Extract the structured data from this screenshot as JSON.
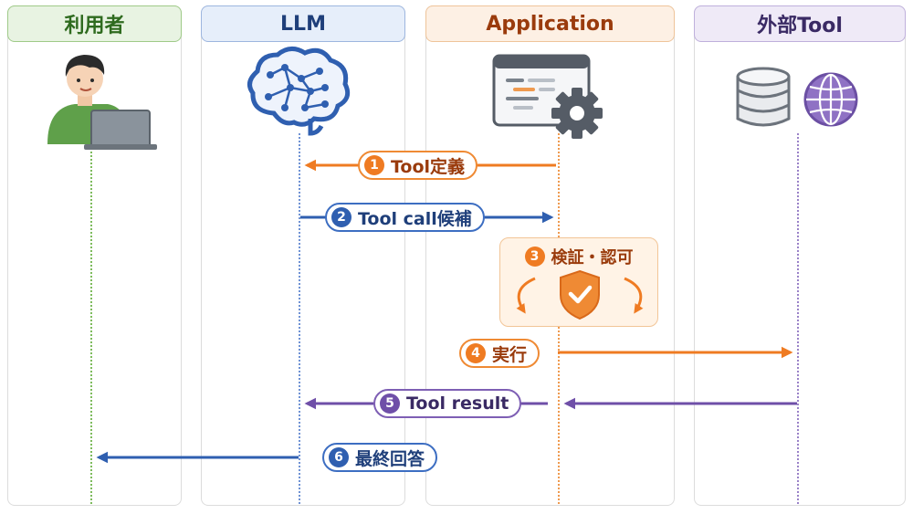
{
  "lanes": {
    "user": {
      "label": "利用者",
      "color": "#2f6b1f"
    },
    "llm": {
      "label": "LLM",
      "color": "#1f3f7a"
    },
    "app": {
      "label": "Application",
      "color": "#9a3b0c"
    },
    "external": {
      "label": "外部Tool",
      "color": "#3a2a64"
    }
  },
  "icons": {
    "user": "user-with-laptop-icon",
    "llm": "brain-network-icon",
    "app": "app-window-gear-icon",
    "external_db": "database-icon",
    "external_web": "globe-icon"
  },
  "steps": [
    {
      "num": "1",
      "label": "Tool定義",
      "from": "app",
      "to": "llm",
      "color": "#ef7b22"
    },
    {
      "num": "2",
      "label": "Tool call候補",
      "from": "llm",
      "to": "app",
      "color": "#2f5fb0"
    },
    {
      "num": "3",
      "label": "検証・認可",
      "icon": "shield-check-icon",
      "color": "#ef7b22"
    },
    {
      "num": "4",
      "label": "実行",
      "from": "app",
      "to": "external",
      "color": "#ef7b22"
    },
    {
      "num": "5",
      "label": "Tool result",
      "from": "external",
      "to": "llm",
      "color": "#6f4fa8"
    },
    {
      "num": "6",
      "label": "最終回答",
      "from": "llm",
      "to": "user",
      "color": "#2f5fb0"
    }
  ]
}
